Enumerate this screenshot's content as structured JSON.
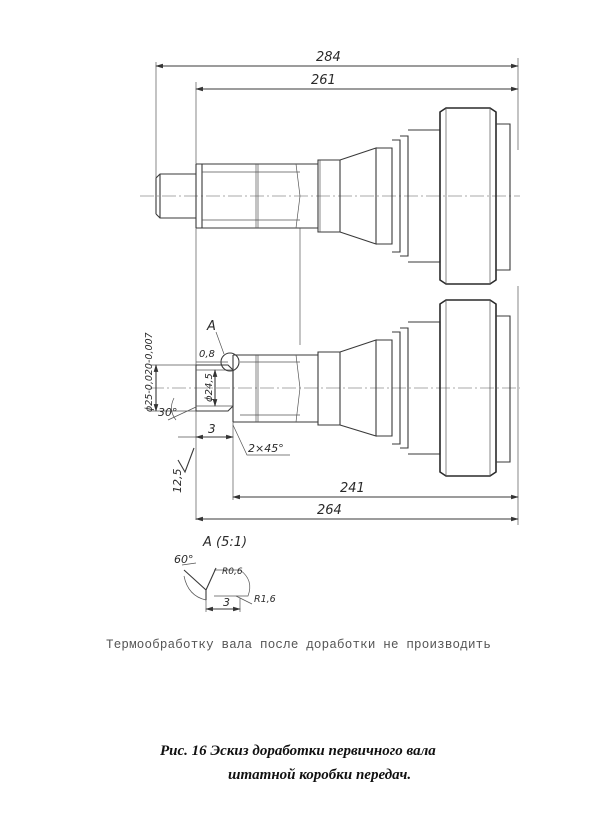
{
  "dimensions": {
    "overall_original": "284",
    "length_original": "261",
    "overall_modified": "264",
    "length_modified": "241",
    "diam_tol": "ϕ25-0,020-0,007",
    "diam_small": "ϕ24,5",
    "chamfer_width": "0,8",
    "angle": "30°",
    "step": "3",
    "chamfer": "2×45°",
    "roughness": "12,5"
  },
  "callout": {
    "marker": "A",
    "detail_title": "A (5:1)",
    "detail_angle": "60°",
    "detail_r_small": "R0,6",
    "detail_r_large": "R1,6",
    "detail_dim": "3"
  },
  "note": "Термообработку вала после доработки не производить",
  "caption": {
    "line1": "Рис. 16 Эскиз доработки первичного вала",
    "line2": "штатной коробки передач."
  }
}
